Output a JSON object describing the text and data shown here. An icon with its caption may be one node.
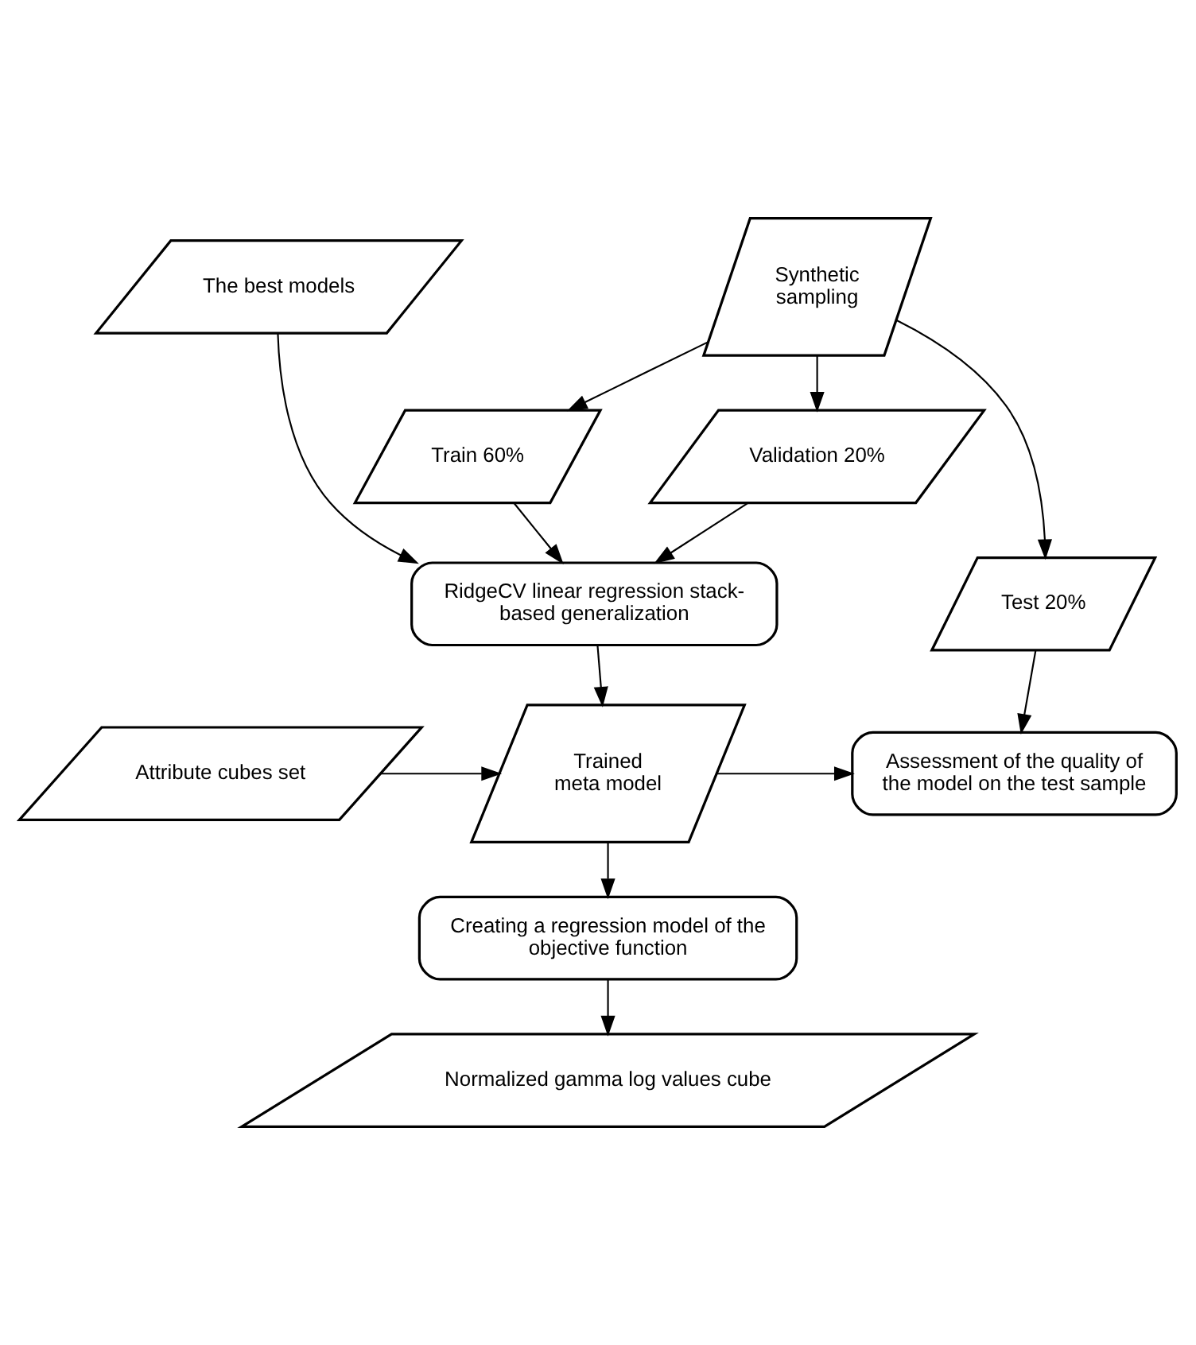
{
  "diagram": {
    "nodes": [
      {
        "text": [
          "Synthetic sampling"
        ]
      },
      {
        "text": [
          "The best models"
        ]
      },
      {
        "text": [
          "Train 60%"
        ]
      },
      {
        "text": [
          "Validation 20%"
        ]
      },
      {
        "text": [
          "RidgeCV linear regression stack-based generalization"
        ]
      },
      {
        "text": [
          "Test 20%"
        ]
      },
      {
        "text": [
          "Attribute cubes set"
        ]
      },
      {
        "text": [
          "Trained meta model"
        ]
      },
      {
        "text": [
          "Assessment of the quality of the model on the test sample"
        ]
      },
      {
        "text": [
          "Creating a regression model of the objective function"
        ]
      },
      {
        "text": [
          "Normalized gamma log values cube"
        ]
      }
    ],
    "edges": [
      {
        "from": 0,
        "to": 2,
        "arrow": "to"
      },
      {
        "from": 0,
        "to": 3,
        "arrow": "to"
      },
      {
        "from": 0,
        "to": 5,
        "arrow": "to"
      },
      {
        "from": 1,
        "to": 4,
        "arrow": "to"
      },
      {
        "from": 2,
        "to": 4,
        "arrow": "to"
      },
      {
        "from": 3,
        "to": 4,
        "arrow": "to"
      },
      {
        "from": 4,
        "to": 7,
        "arrow": "to"
      },
      {
        "from": 5,
        "to": 8,
        "arrow": "to"
      },
      {
        "from": 6,
        "to": 7,
        "arrow": "to"
      },
      {
        "from": 7,
        "to": 8,
        "arrow": "to"
      },
      {
        "from": 7,
        "to": 9,
        "arrow": "to"
      },
      {
        "from": 9,
        "to": 10,
        "arrow": "to"
      }
    ]
  }
}
